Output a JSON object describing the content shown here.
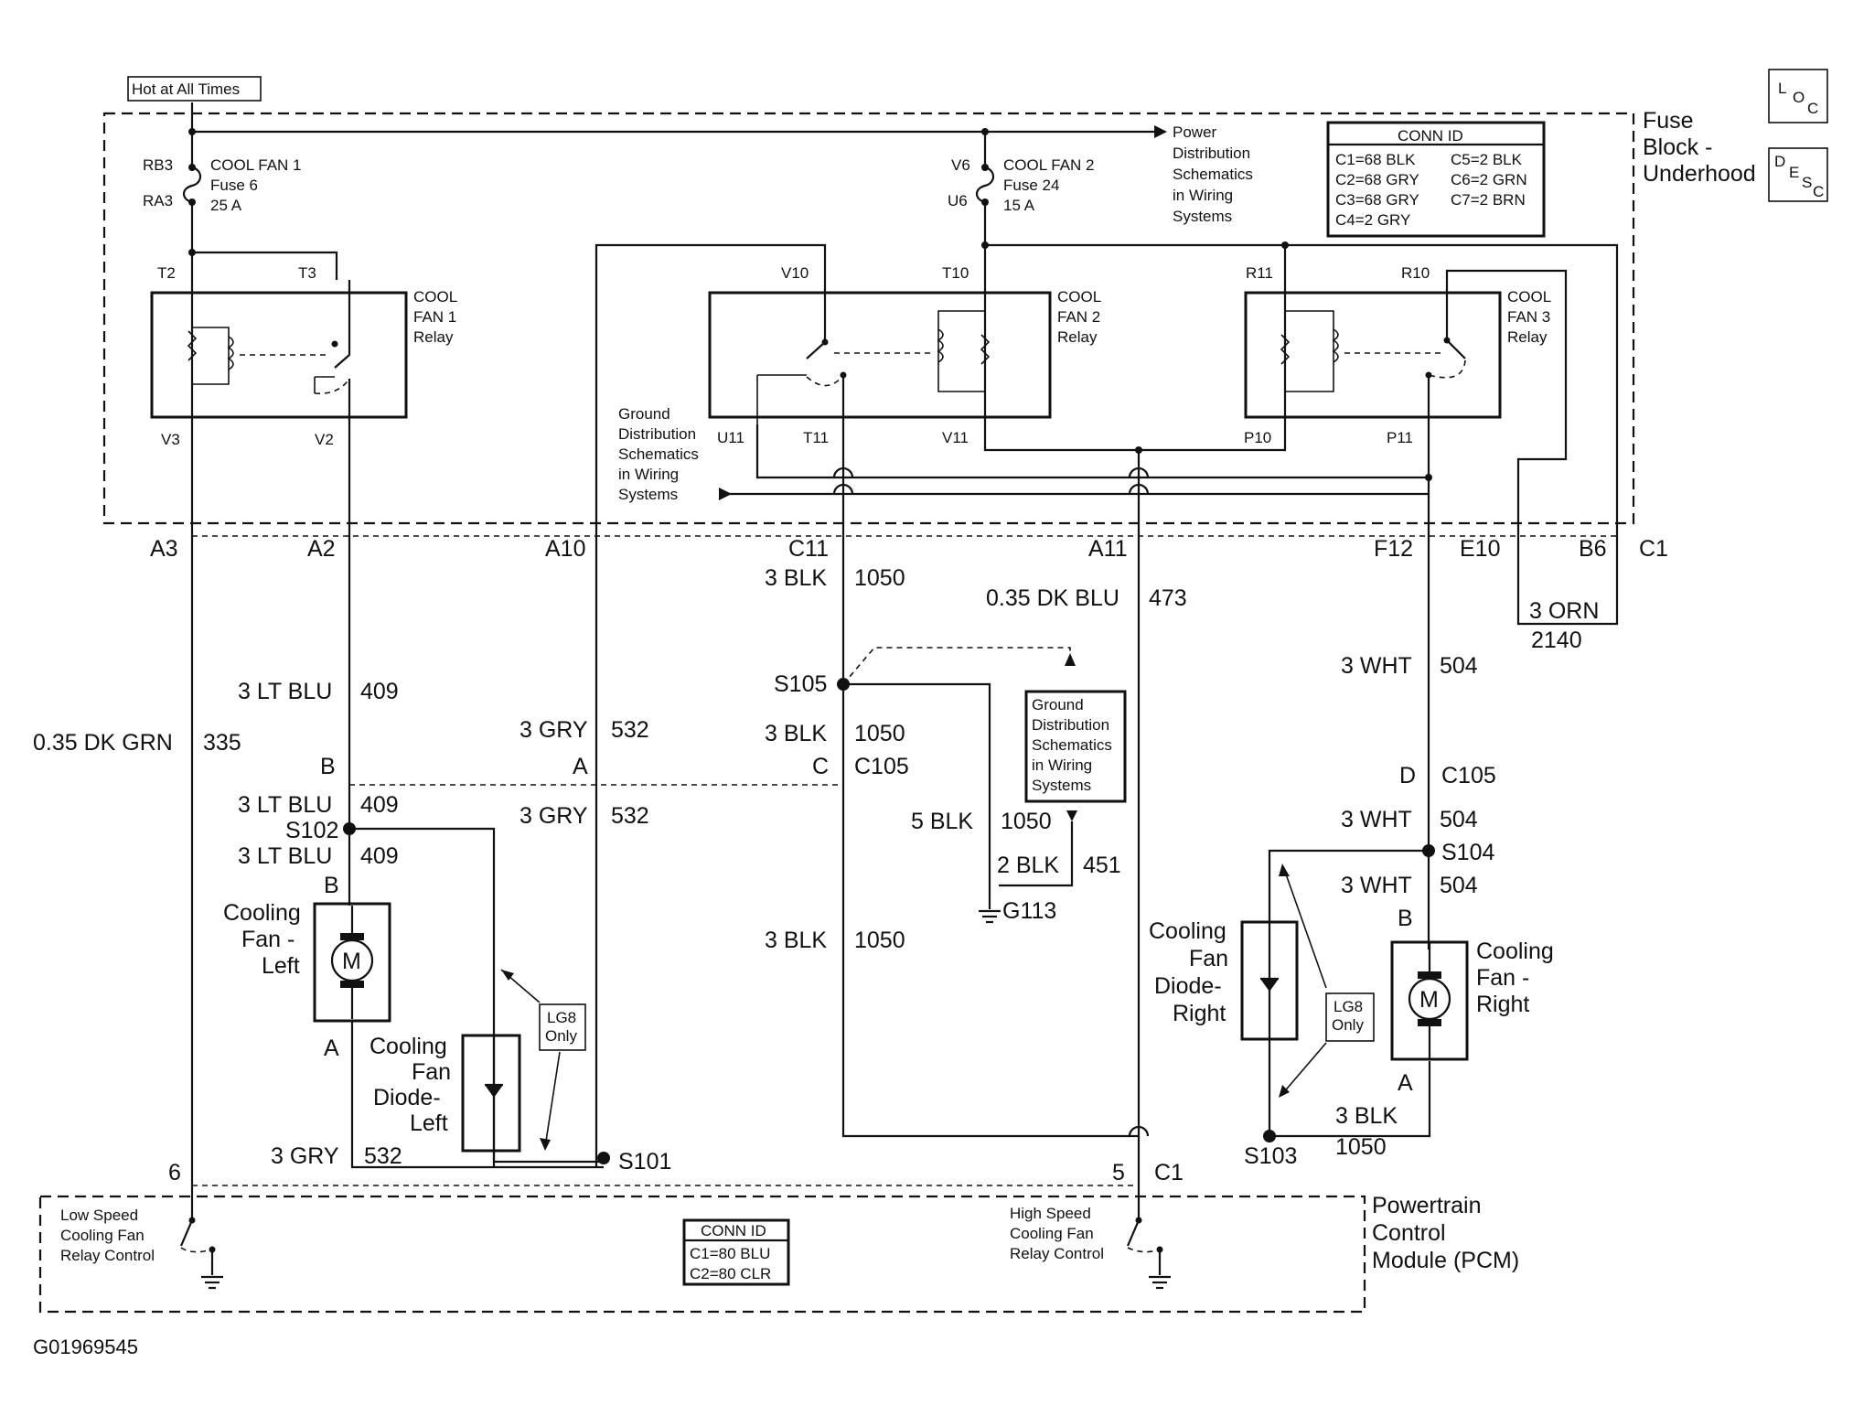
{
  "header": {
    "hot_label": "Hot at All Times"
  },
  "fuse_block": {
    "title": [
      "Fuse",
      "Block -",
      "Underhood"
    ],
    "fuse1": {
      "pin_top": "RB3",
      "pin_bottom": "RA3",
      "label": [
        "COOL FAN 1",
        "Fuse 6",
        "25 A"
      ]
    },
    "fuse2": {
      "pin_top": "V6",
      "pin_bottom": "U6",
      "label": [
        "COOL FAN 2",
        "Fuse 24",
        "15 A"
      ]
    },
    "power_ref": [
      "Power",
      "Distribution",
      "Schematics",
      "in Wiring",
      "Systems"
    ],
    "ground_ref": [
      "Ground",
      "Distribution",
      "Schematics",
      "in Wiring",
      "Systems"
    ],
    "conn_id": {
      "title": "CONN ID",
      "left": [
        "C1=68 BLK",
        "C2=68 GRY",
        "C3=68 GRY",
        "C4=2 GRY"
      ],
      "right": [
        "C5=2 BLK",
        "C6=2 GRN",
        "C7=2 BRN"
      ]
    },
    "relay1": {
      "label": [
        "COOL",
        "FAN 1",
        "Relay"
      ],
      "pins": [
        "T2",
        "T3",
        "V3",
        "V2"
      ]
    },
    "relay2": {
      "label": [
        "COOL",
        "FAN 2",
        "Relay"
      ],
      "pins": [
        "V10",
        "T10",
        "U11",
        "T11",
        "V11"
      ]
    },
    "relay3": {
      "label": [
        "COOL",
        "FAN 3",
        "Relay"
      ],
      "pins": [
        "R11",
        "R10",
        "P10",
        "P11"
      ]
    }
  },
  "loc_icon": {
    "letters": [
      "L",
      "O",
      "C"
    ]
  },
  "desc_icon": {
    "letters": [
      "D",
      "E",
      "S",
      "C"
    ]
  },
  "cavities": [
    "A3",
    "A2",
    "A10",
    "C11",
    "A11",
    "F12",
    "E10",
    "B6",
    "C1"
  ],
  "wires": {
    "w335": {
      "color": "0.35 DK GRN",
      "circuit": "335"
    },
    "w409a": {
      "color": "3 LT BLU",
      "circuit": "409"
    },
    "w409b": {
      "color": "3 LT BLU",
      "circuit": "409"
    },
    "w409c": {
      "color": "3 LT BLU",
      "circuit": "409"
    },
    "w532a": {
      "color": "3 GRY",
      "circuit": "532"
    },
    "w532b": {
      "color": "3 GRY",
      "circuit": "532"
    },
    "w532c": {
      "color": "3 GRY",
      "circuit": "532"
    },
    "w1050a": {
      "color": "3 BLK",
      "circuit": "1050"
    },
    "w1050b": {
      "color": "3 BLK",
      "circuit": "1050"
    },
    "w1050c": {
      "color": "3 BLK",
      "circuit": "1050"
    },
    "w1050d": {
      "color": "5 BLK",
      "circuit": "1050"
    },
    "w1050e": {
      "color": "3 BLK",
      "circuit": "1050"
    },
    "w451": {
      "color": "2 BLK",
      "circuit": "451"
    },
    "w473": {
      "color": "0.35 DK BLU",
      "circuit": "473"
    },
    "w504a": {
      "color": "3 WHT",
      "circuit": "504"
    },
    "w504b": {
      "color": "3 WHT",
      "circuit": "504"
    },
    "w504c": {
      "color": "3 WHT",
      "circuit": "504"
    },
    "w2140": {
      "color": "3 ORN",
      "circuit": "2140"
    }
  },
  "connectors": {
    "c105_left": [
      "B",
      "A",
      "C",
      "C105"
    ],
    "c105_right": [
      "D",
      "C105"
    ]
  },
  "splices": [
    "S105",
    "S102",
    "S101",
    "S104",
    "S103"
  ],
  "ground": "G113",
  "ground_ref2": [
    "Ground",
    "Distribution",
    "Schematics",
    "in Wiring",
    "Systems"
  ],
  "fan_left": {
    "label": [
      "Cooling",
      "Fan -",
      "Left"
    ],
    "pin_b": "B",
    "pin_a": "A",
    "motor": "M"
  },
  "fan_right": {
    "label": [
      "Cooling",
      "Fan -",
      "Right"
    ],
    "pin_b": "B",
    "pin_a": "A",
    "motor": "M"
  },
  "diode_left": {
    "label": [
      "Cooling",
      "Fan",
      "Diode-",
      "Left"
    ]
  },
  "diode_right": {
    "label": [
      "Cooling",
      "Fan",
      "Diode-",
      "Right"
    ]
  },
  "lg8_note": [
    "LG8",
    "Only"
  ],
  "pcm": {
    "title": [
      "Powertrain",
      "Control",
      "Module (PCM)"
    ],
    "pin_left": "6",
    "pin_right": "5",
    "conn_right": "C1",
    "low_speed": [
      "Low Speed",
      "Cooling Fan",
      "Relay Control"
    ],
    "high_speed": [
      "High Speed",
      "Cooling Fan",
      "Relay Control"
    ],
    "conn_id": {
      "title": "CONN ID",
      "rows": [
        "C1=80 BLU",
        "C2=80 CLR"
      ]
    }
  },
  "figure_id": "G01969545"
}
